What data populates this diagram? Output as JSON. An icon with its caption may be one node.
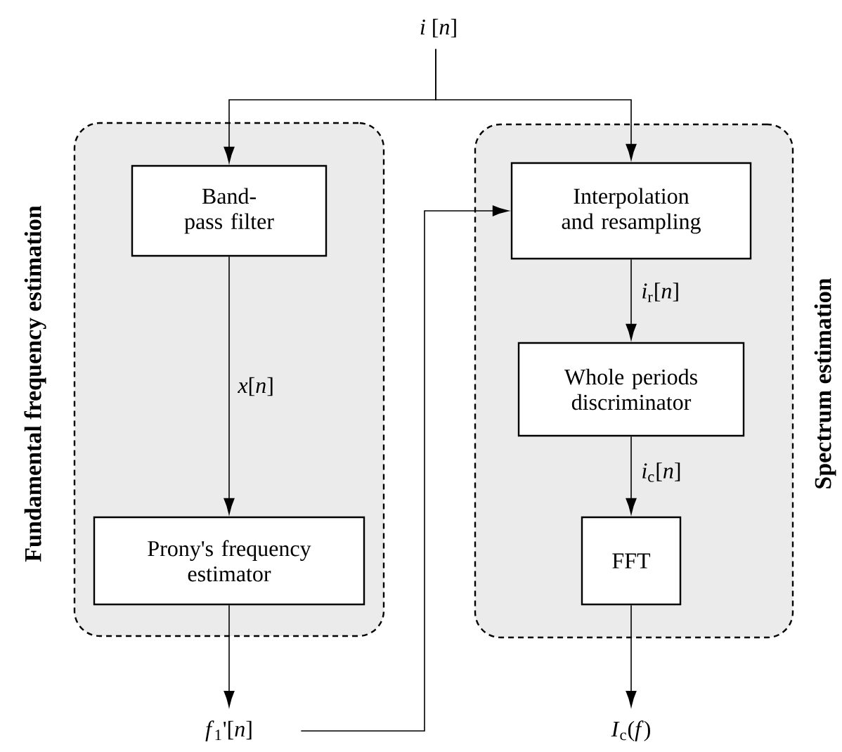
{
  "diagram": {
    "nodes": [
      {
        "text": [
          "*i* [*n*]"
        ]
      },
      {
        "text": [
          "Fundamental frequency estimation"
        ]
      },
      {
        "text": [
          "Band-pass filter"
        ],
        "in": 1
      },
      {
        "text": [
          "Prony's frequency estimator"
        ],
        "in": 1
      },
      {
        "text": [
          "Spectrum estimation"
        ]
      },
      {
        "text": [
          "Interpolation and resampling"
        ],
        "in": 4
      },
      {
        "text": [
          "Whole periods discriminator"
        ],
        "in": 4
      },
      {
        "text": [
          "FFT"
        ],
        "in": 4
      },
      {
        "text": [
          "*f*$_{1}$'[*n*]"
        ]
      },
      {
        "text": [
          "*I*$_{c}$(*f*)"
        ]
      }
    ],
    "edges": [
      {
        "from": 0,
        "to": 2,
        "arrow": "to"
      },
      {
        "from": 0,
        "to": 5,
        "arrow": "to"
      },
      {
        "from": 2,
        "to": 3,
        "arrow": "to",
        "label": "*x*[*n*]"
      },
      {
        "from": 3,
        "to": 8,
        "arrow": "to"
      },
      {
        "from": 8,
        "to": 5,
        "arrow": "to"
      },
      {
        "from": 5,
        "to": 6,
        "arrow": "to",
        "label": "*i*$_{r}$[*n*]"
      },
      {
        "from": 6,
        "to": 7,
        "arrow": "to",
        "label": "*i*$_{c}$[*n*]"
      },
      {
        "from": 7,
        "to": 9,
        "arrow": "to"
      }
    ]
  }
}
